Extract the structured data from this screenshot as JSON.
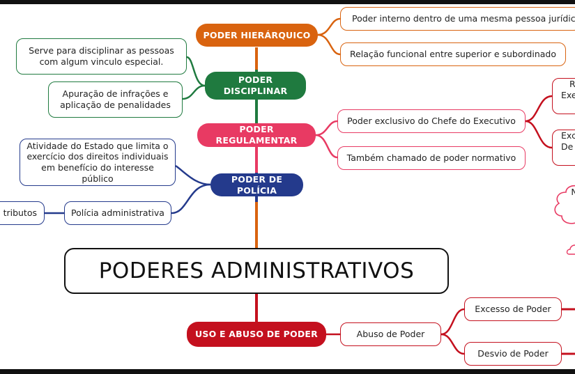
{
  "center": "PODERES ADMINISTRATIVOS",
  "colors": {
    "orange": "#d9630f",
    "green": "#1f7a3f",
    "pink": "#e83a63",
    "blue": "#243a8c",
    "red": "#c4101e"
  },
  "hierarquico": {
    "title": "PODER HIERÁRQUICO",
    "items": [
      "Poder interno dentro de uma mesma pessoa jurídica",
      "Relação funcional entre superior e subordinado"
    ]
  },
  "disciplinar": {
    "title": "PODER DISCIPLINAR",
    "items": [
      "Serve para disciplinar as pessoas com algum vinculo especial.",
      "Apuração de infrações e aplicação de penalidades"
    ]
  },
  "regulamentar": {
    "title": "PODER REGULAMENTAR",
    "items": [
      "Poder exclusivo do Chefe do Executivo",
      "Também chamado de poder normativo"
    ],
    "sub_items": [
      "R",
      "Exe",
      "Exc",
      "De"
    ]
  },
  "policia": {
    "title": "PODER DE POLÍCIA",
    "items": [
      "Atividade do Estado que limita o exercício dos direitos individuais em benefício do interesse público",
      "Polícia administrativa",
      "tributos"
    ]
  },
  "uso_abuso": {
    "title": "USO E ABUSO DE PODER",
    "items": [
      "Abuso de Poder",
      "Excesso de Poder",
      "Desvio de Poder"
    ]
  },
  "cloud_fragment": "N"
}
